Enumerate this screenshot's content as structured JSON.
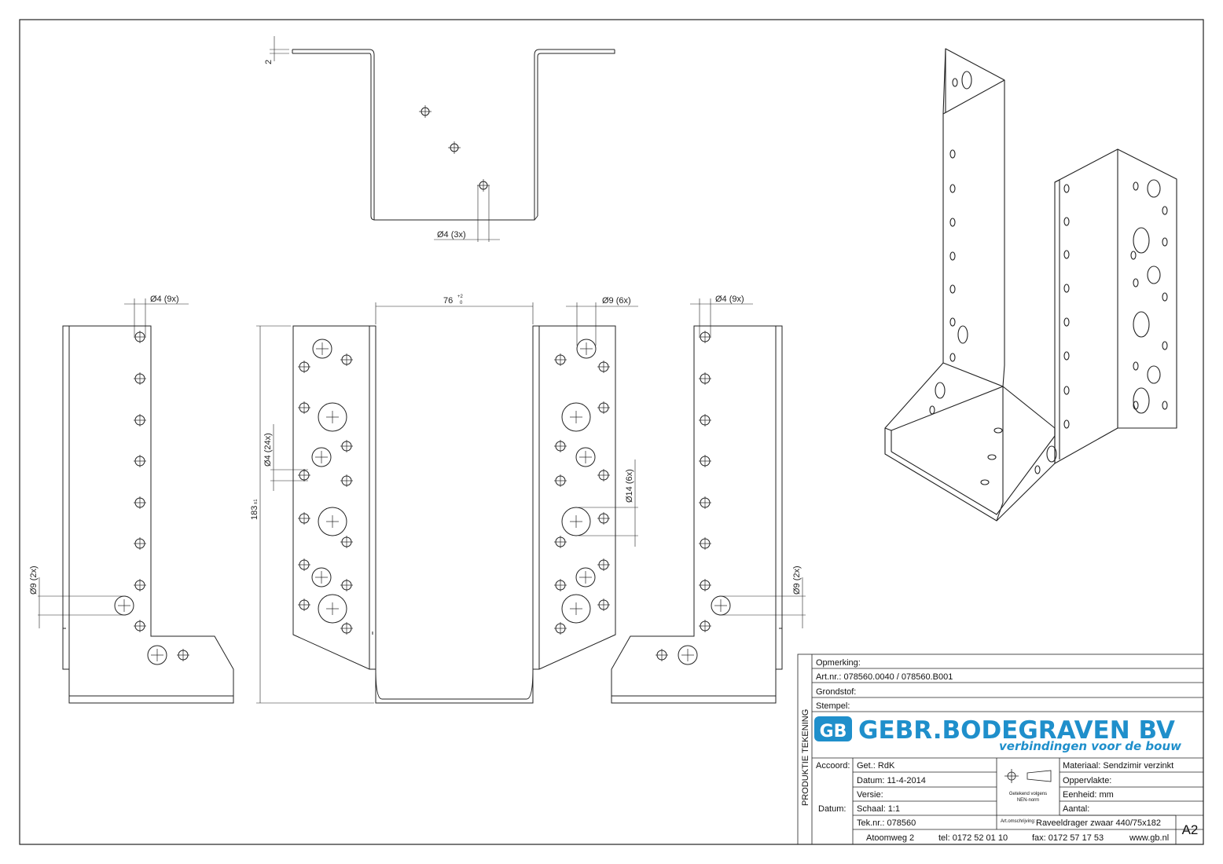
{
  "views": {
    "top": {
      "thickness": "2",
      "holes": "Ø4 (3x)"
    },
    "left_side": {
      "holes_small": "Ø4 (9x)",
      "holes_large": "Ø9 (2x)"
    },
    "front": {
      "width": "76",
      "width_tol_upper": "+2",
      "width_tol_lower": "0",
      "height": "183",
      "height_tol": "±1",
      "holes_small": "Ø4 (24x)"
    },
    "front_right": {
      "holes_medium": "Ø9 (6x)",
      "holes_large": "Ø14 (6x)"
    },
    "right_side": {
      "holes_small": "Ø4 (9x)",
      "holes_large": "Ø9 (2x)"
    }
  },
  "title_block": {
    "opmerking_label": "Opmerking:",
    "artnr": "Art.nr.:  078560.0040 / 078560.B001",
    "grondstof": "Grondstof:",
    "stempel": "Stempel:",
    "side_label": "PRODUKTIE TEKENING",
    "brand_name": "GEBR.BODEGRAVEN BV",
    "brand_slogan": "verbindingen voor de bouw",
    "logo_letters": "GB",
    "accoord_label": "Accoord:",
    "datum_label": "Datum:",
    "getekend": "Get.: RdK",
    "datum": "Datum: 11-4-2014",
    "versie": "Versie:",
    "schaal": "Schaal: 1:1",
    "teknr": "Tek.nr.: 078560",
    "nen_line1": "Getekend volgens",
    "nen_line2": "NEN-norm",
    "materiaal": "Materiaal: Sendzimir verzinkt",
    "oppervlakte": "Oppervlakte:",
    "eenheid": "Eenheid: mm",
    "aantal": "Aantal:",
    "art_omschrijving_label": "Art.omschrijving:",
    "art_omschrijving": "Raveeldrager zwaar 440/75x182",
    "format": "A2",
    "adres": "Atoomweg 2",
    "tel": "tel: 0172 52 01 10",
    "fax": "fax: 0172 57 17 53",
    "web": "www.gb.nl"
  }
}
